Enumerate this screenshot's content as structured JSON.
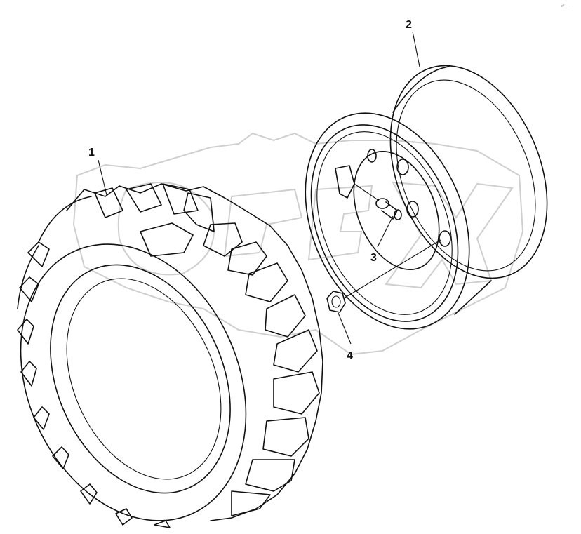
{
  "callouts": [
    {
      "id": "1",
      "label": "1"
    },
    {
      "id": "2",
      "label": "2"
    },
    {
      "id": "3",
      "label": "3"
    },
    {
      "id": "4",
      "label": "4"
    }
  ],
  "corner_mark": "c° ----",
  "colors": {
    "line": "#111111",
    "watermark": "#cfcfcf",
    "background": "#ffffff"
  }
}
